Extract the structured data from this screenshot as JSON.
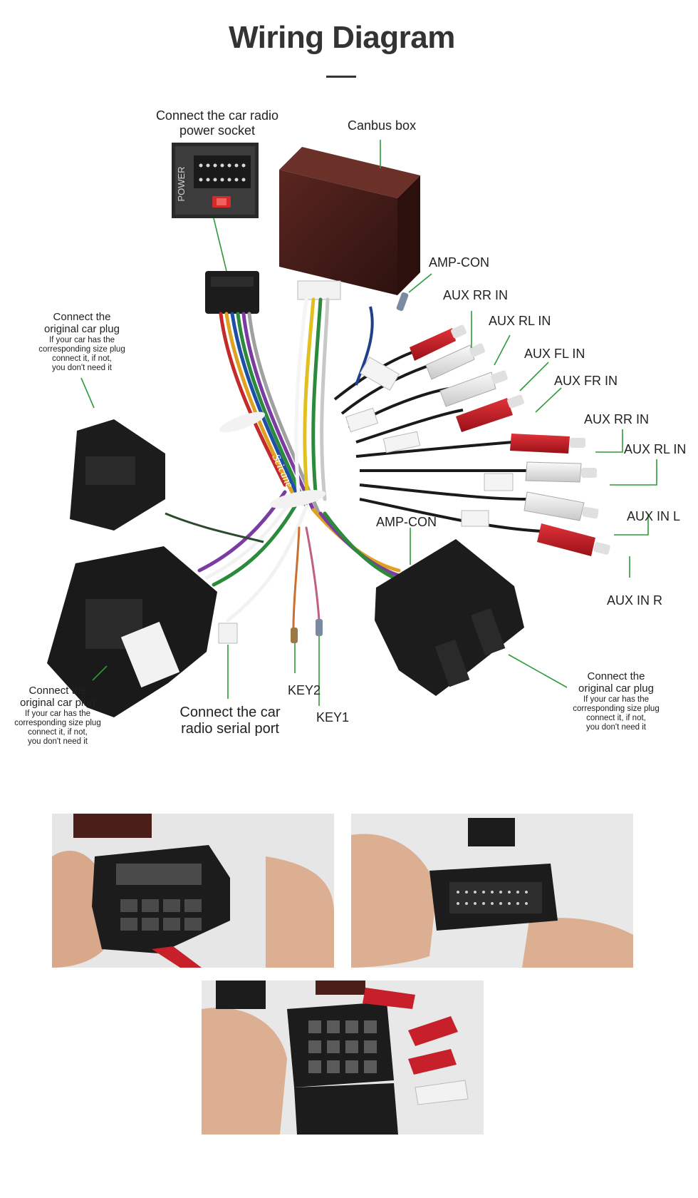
{
  "title": "Wiring Diagram",
  "labels": {
    "power_socket": [
      "Connect the car radio",
      "power socket"
    ],
    "canbus_box": "Canbus box",
    "amp_con_top": "AMP-CON",
    "aux_rr_in_1": "AUX RR IN",
    "aux_rl_in_1": "AUX RL IN",
    "aux_fl_in": "AUX FL IN",
    "aux_fr_in": "AUX FR IN",
    "aux_rr_in_2": "AUX RR IN",
    "aux_rl_in_2": "AUX RL IN",
    "aux_in_l": "AUX IN L",
    "aux_in_r": "AUX IN R",
    "amp_con_mid": "AMP-CON",
    "key2": "KEY2",
    "key1": "KEY1",
    "serial_port": [
      "Connect the car",
      "radio  serial port"
    ],
    "orig_plug_left": {
      "heading": [
        "Connect the",
        "original car plug"
      ],
      "note": [
        "If your car has the",
        "corresponding size plug",
        "connect it, if not,",
        "you don't need it"
      ]
    },
    "orig_plug_bottom_left": {
      "heading": [
        "Connect the",
        "original car plug"
      ],
      "note": [
        "If your car has the",
        "corresponding size plug",
        "connect it, if not,",
        "you don't need it"
      ]
    },
    "orig_plug_right": {
      "heading": [
        "Connect the",
        "original car plug"
      ],
      "note": [
        "If your car has the",
        "corresponding size plug",
        "connect it, if not,",
        "you don't need it"
      ]
    }
  },
  "device_text": {
    "power_tag": "POWER",
    "brand": "Seicane"
  },
  "colors": {
    "leader_line": "#2e9b3a",
    "canbus_box": "#4a1f1a",
    "connector": "#1c1c1c",
    "rca_red": "#c8202a",
    "rca_white": "#e8e8e8"
  }
}
